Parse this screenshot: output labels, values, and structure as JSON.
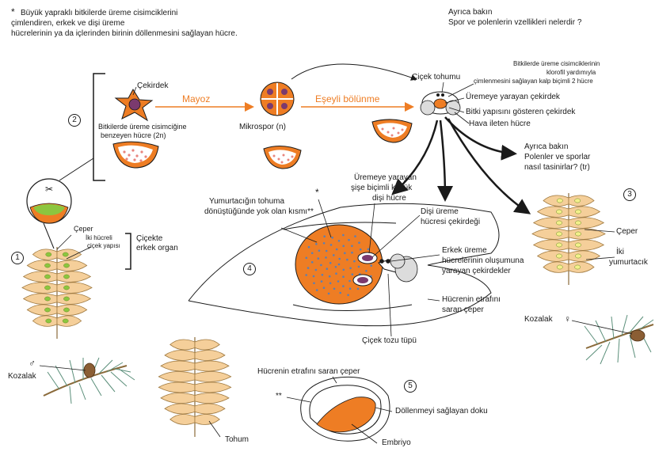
{
  "footnote": {
    "star": "*",
    "line1": "Büyük yapraklı  bitkilerde  üreme cisimciklerini",
    "line2": "çimlendiren,  erkek ve dişi üreme",
    "line3": "hücrelerinin ya da içlerinden birinin döllenmesini sağlayan hücre."
  },
  "see_also_top": {
    "line1": "Ayrıca bakın",
    "line2": "Spor ve polenlerin vzellikleri nelerdir ?"
  },
  "step_numbers": [
    "1",
    "2",
    "3",
    "4",
    "5"
  ],
  "cycle": {
    "nucleus": "Çekirdek",
    "spore_mother_line1": "Bitkilerde üreme cisimciğine",
    "spore_mother_line2": "benzeyen hücre (2n)",
    "meiosis": "Mayoz",
    "microspore": "Mikrospor (n)",
    "mitosis": "Eşeyli bölünme",
    "pollen": "Çiçek tohumu",
    "note_line1": "Bitkilerde üreme cisimciklerinin",
    "note_line2": "klorofil yardımıyla",
    "note_line3": "çimlenmesini sağlayan kalp biçimli 2 hücre",
    "gen_nucleus": "Üremeye yarayan çekirdek",
    "veg_nucleus": "Bitki yapısını gösteren çekirdek",
    "air_cell": "Hava ileten hücre",
    "see_also_line1": "Ayrıca bakın",
    "see_also_line2": "Polenler ve sporlar",
    "see_also_line3": "nasıl tasinirlar? (tr)"
  },
  "male_cone": {
    "wall": "Çeper",
    "microsporangia_line1": "İki hücreli",
    "microsporangia_line2": "çiçek yapısı",
    "organ_line1": "Çiçekte",
    "organ_line2": "erkek organ",
    "label": "Kozalak",
    "symbol": "♂"
  },
  "ovule": {
    "star": "*",
    "lost_part_line1": "Yumurtacığın tohuma",
    "lost_part_line2": "dönüştüğünde yok olan  kısmı**",
    "archegonium_line1": "Üremeye yarayan",
    "archegonium_line2": "şişe biçimli küçük",
    "archegonium_line3": "dişi hücre",
    "egg_nucleus_line1": "Dişi üreme",
    "egg_nucleus_line2": "hücresi çekirdeği",
    "sperm_line1": "Erkek üreme",
    "sperm_line2": "hücrelerinin oluşumuna",
    "sperm_line3": "yarayan çekirdekler",
    "integument_line1": "Hücrenin etrafını",
    "integument_line2": "saran çeper",
    "pollen_tube": "Çiçek tozu tüpü"
  },
  "female_cone": {
    "wall": "Çeper",
    "ovules_line1": "İki",
    "ovules_line2": "yumurtacık",
    "label": "Kozalak",
    "symbol": "♀"
  },
  "seed": {
    "seed_coat": "Hücrenin etrafını saran çeper",
    "star2": "**",
    "tissue": "Döllenmeyi sağlayan doku",
    "embryo": "Embriyo",
    "cone_label": "Tohum"
  },
  "colors": {
    "orange": "#ee7d24",
    "tan": "#f5cf9a",
    "green": "#8cc63f",
    "yellow": "#f3f08a",
    "purple": "#7b3a6e",
    "grey": "#dcdcdc",
    "dots": "#5b7fb5",
    "orange_label": "#ee7d24"
  }
}
